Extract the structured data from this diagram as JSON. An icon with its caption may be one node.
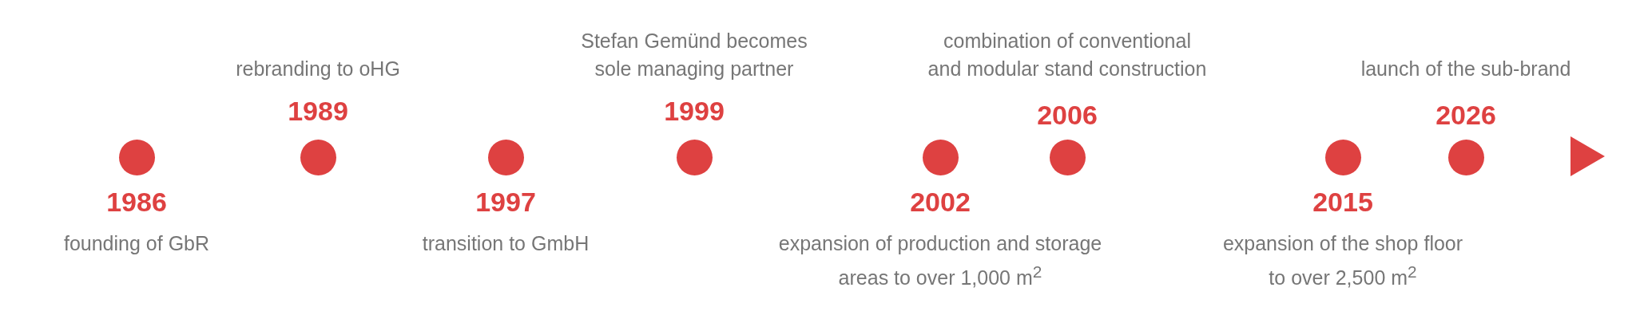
{
  "diagram": {
    "nodes": [
      {
        "text": [
          "1986",
          "founding of GbR"
        ]
      },
      {
        "text": [
          "rebranding to oHG",
          "1989"
        ]
      },
      {
        "text": [
          "1997",
          "transition to GmbH"
        ]
      },
      {
        "text": [
          "Stefan Gemünd becomes sole managing partner",
          "1999"
        ]
      },
      {
        "text": [
          "2002",
          "expansion of production and storage areas to over 1,000 m$^{2}$"
        ]
      },
      {
        "text": [
          "combination of conventional and modular stand construction",
          "2006"
        ]
      },
      {
        "text": [
          "2015",
          "expansion of the shop floor to over 2,500 m$^{2}$"
        ]
      },
      {
        "text": [
          "launch of the sub-brand",
          "2026"
        ]
      }
    ]
  }
}
